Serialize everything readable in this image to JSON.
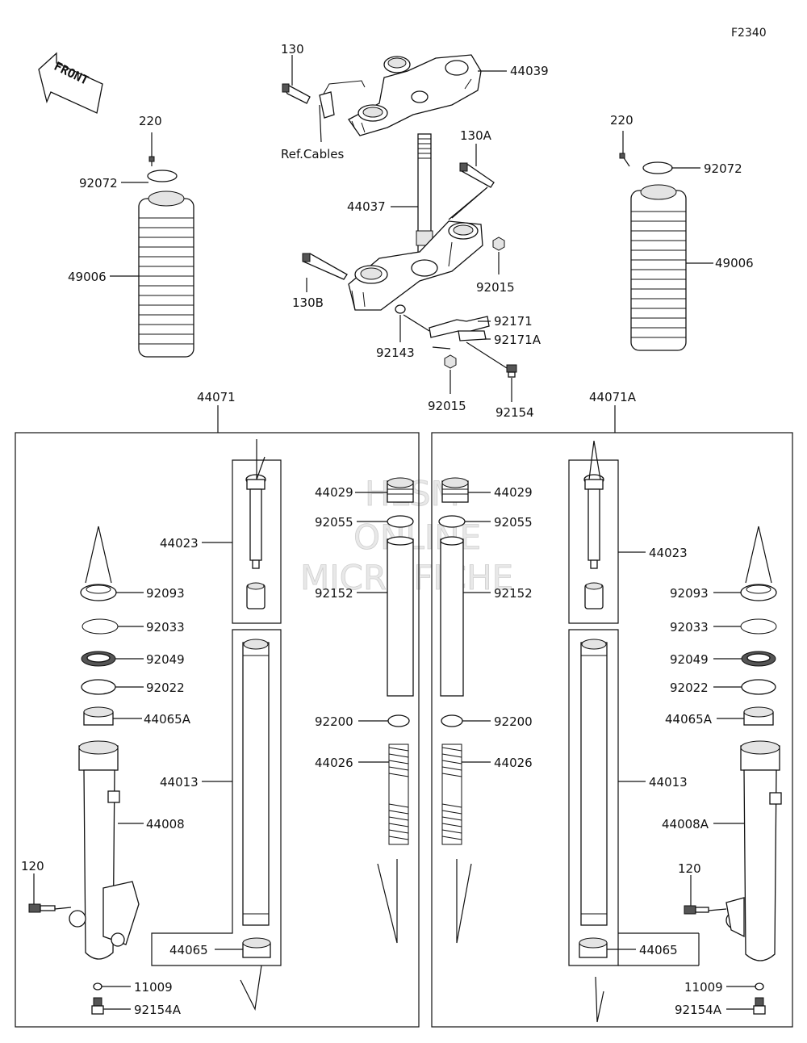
{
  "figure_code": "F2340",
  "front_label": "FRONT",
  "watermark": [
    "HLSM",
    "ONLINE",
    "MICROFICHE"
  ],
  "labels": {
    "l130": "130",
    "l44039": "44039",
    "refCables": "Ref.Cables",
    "l130a": "130A",
    "l44037": "44037",
    "l130b": "130B",
    "l92015a": "92015",
    "l92171": "92171",
    "l92171a": "92171A",
    "l92143": "92143",
    "l92015b": "92015",
    "l92154": "92154",
    "l220L": "220",
    "l92072L": "92072",
    "l49006L": "49006",
    "l220R": "220",
    "l92072R": "92072",
    "l49006R": "49006",
    "l44071": "44071",
    "l44071a": "44071A",
    "l44023L": "44023",
    "l92093L": "92093",
    "l92033L": "92033",
    "l92049L": "92049",
    "l92022L": "92022",
    "l44065aL": "44065A",
    "l44013L": "44013",
    "l44008": "44008",
    "l120L": "120",
    "l44065L": "44065",
    "l11009L": "11009",
    "l92154aL": "92154A",
    "l44029L": "44029",
    "l92055L": "92055",
    "l92152L": "92152",
    "l92200L": "92200",
    "l44026L": "44026",
    "l44029R": "44029",
    "l92055R": "92055",
    "l92152R": "92152",
    "l92200R": "92200",
    "l44026R": "44026",
    "l44023R": "44023",
    "l92093R": "92093",
    "l92033R": "92033",
    "l92049R": "92049",
    "l92022R": "92022",
    "l44065aR": "44065A",
    "l44013R": "44013",
    "l44008a": "44008A",
    "l120R": "120",
    "l44065R": "44065",
    "l11009R": "11009",
    "l92154aR": "92154A"
  }
}
